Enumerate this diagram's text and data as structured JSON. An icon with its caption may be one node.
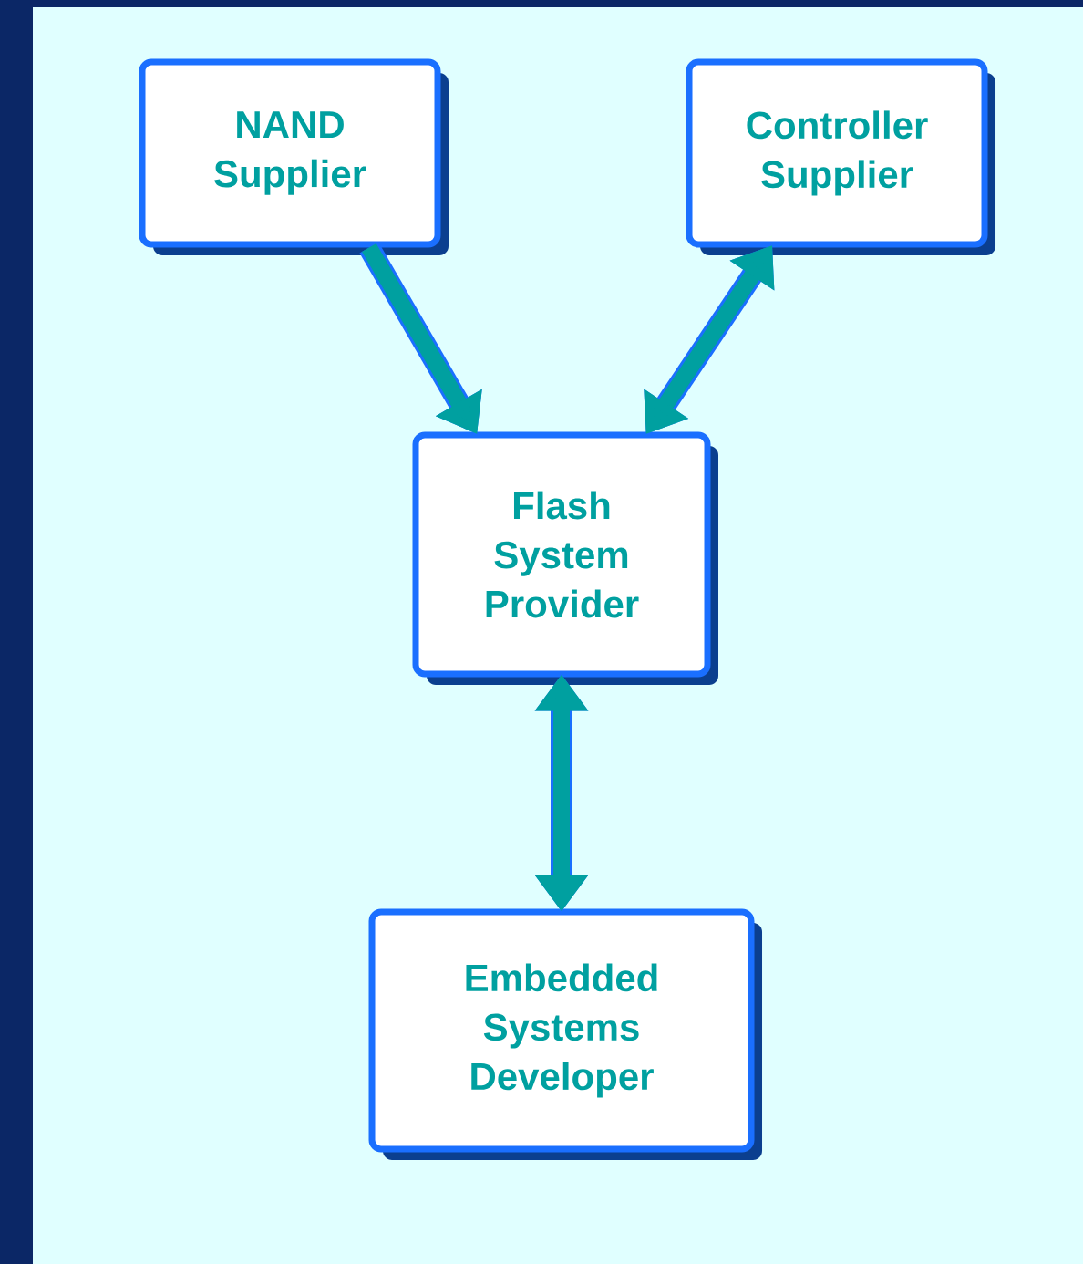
{
  "diagram": {
    "nodes": [
      {
        "text": [
          "NAND Supplier"
        ]
      },
      {
        "text": [
          "Controller Supplier"
        ]
      },
      {
        "text": [
          "Flash System Provider"
        ]
      },
      {
        "text": [
          "Embedded Systems Developer"
        ]
      }
    ],
    "edges": [
      {
        "from": 0,
        "to": 2,
        "arrow": "to"
      },
      {
        "from": 1,
        "to": 2,
        "arrow": "both"
      },
      {
        "from": 2,
        "to": 3,
        "arrow": "both"
      }
    ]
  }
}
